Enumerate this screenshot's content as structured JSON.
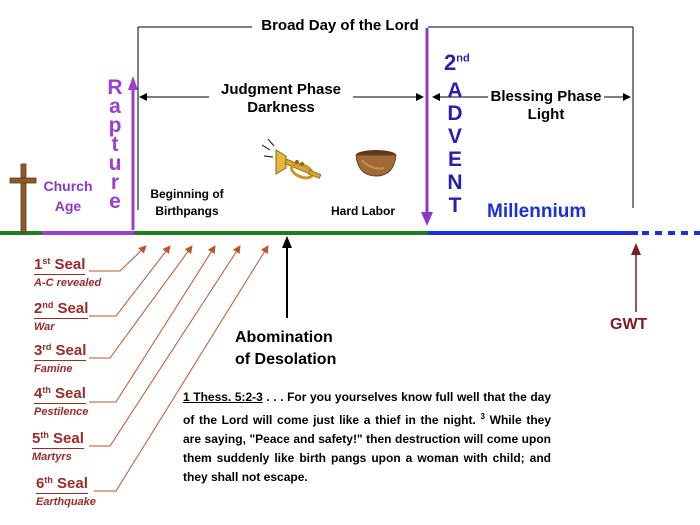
{
  "title": "Broad Day of the Lord",
  "church_age": {
    "line1": "Church",
    "line2": "Age"
  },
  "rapture_letters": [
    "R",
    "a",
    "p",
    "t",
    "u",
    "r",
    "e"
  ],
  "judgment": {
    "line1": "Judgment Phase",
    "line2": "Darkness"
  },
  "advent": {
    "number": "2",
    "suffix": "nd",
    "letters": [
      "A",
      "D",
      "V",
      "E",
      "N",
      "T"
    ]
  },
  "blessing": {
    "line1": "Blessing Phase",
    "line2": "Light"
  },
  "birthpangs": {
    "line1": "Beginning of",
    "line2": "Birthpangs"
  },
  "hard_labor": "Hard Labor",
  "millennium": "Millennium",
  "abomination": {
    "line1": "Abomination",
    "line2": "of Desolation"
  },
  "gwt": "GWT",
  "seals": [
    {
      "num": "1",
      "ord": "st",
      "word": "Seal",
      "sub": "A-C revealed"
    },
    {
      "num": "2",
      "ord": "nd",
      "word": "Seal",
      "sub": "War"
    },
    {
      "num": "3",
      "ord": "rd",
      "word": "Seal",
      "sub": "Famine"
    },
    {
      "num": "4",
      "ord": "th",
      "word": "Seal",
      "sub": "Pestilence"
    },
    {
      "num": "5",
      "ord": "th",
      "word": "Seal",
      "sub": "Martyrs"
    },
    {
      "num": "6",
      "ord": "th",
      "word": "Seal",
      "sub": "Earthquake"
    }
  ],
  "verse": {
    "reference": "1 Thess. 5:2-3",
    "text1": " . . . For you yourselves know full well that the day of the Lord will come just like a thief in the night. ",
    "note": "3",
    "text2": " While they are saying, \"Peace and safety!\" then destruction will come upon them suddenly like birth pangs upon a woman with child; and they shall not escape."
  },
  "icons": [
    "cross-icon",
    "trumpet-icon",
    "bowl-icon"
  ],
  "colors": {
    "church_age": "#8b3ac8",
    "rapture": "#9b3fd2",
    "judgment_line": "#1e7d1e",
    "millennium": "#1c2fd8",
    "seal": "#9b2a2a",
    "cross": "#8b5a2b",
    "gwt": "#7a1e26"
  }
}
